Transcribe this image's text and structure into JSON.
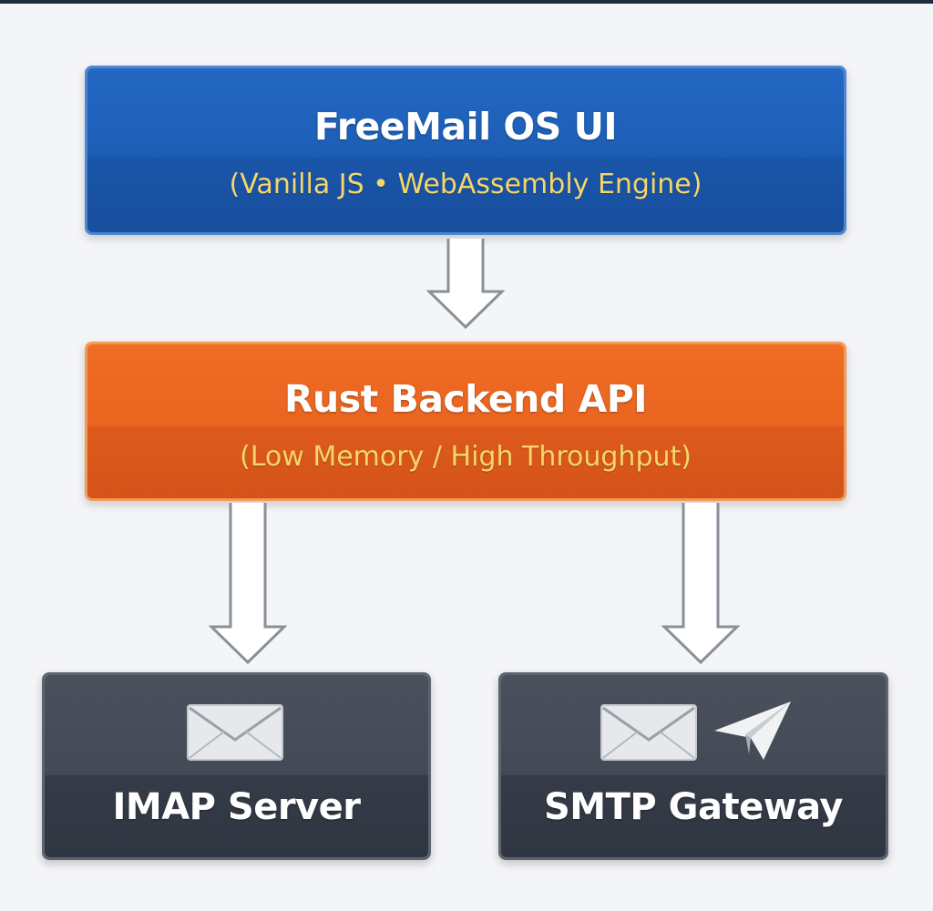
{
  "nodes": {
    "ui": {
      "title": "FreeMail OS UI",
      "subtitle": "(Vanilla JS • WebAssembly Engine)",
      "color": "#1f62ba"
    },
    "api": {
      "title": "Rust Backend API",
      "subtitle": "(Low Memory / High Throughput)",
      "color": "#ec6922"
    },
    "imap": {
      "title": "IMAP Server",
      "icon": "envelope-icon",
      "color": "#3f4652"
    },
    "smtp": {
      "title": "SMTP Gateway",
      "icons": [
        "envelope-icon",
        "paper-plane-icon"
      ],
      "color": "#3f4652"
    }
  },
  "edges": [
    {
      "from": "ui",
      "to": "api"
    },
    {
      "from": "api",
      "to": "imap"
    },
    {
      "from": "api",
      "to": "smtp"
    }
  ],
  "colors": {
    "background": "#f4f5f7",
    "subtitle_text": "#f5d66a",
    "arrow_stroke": "#8a9099"
  }
}
